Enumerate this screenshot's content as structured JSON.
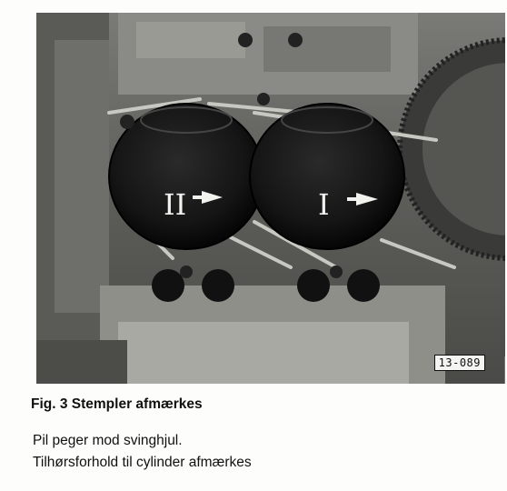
{
  "figure": {
    "ref_label": "13-089",
    "cylinder_marks": [
      "II",
      "I"
    ],
    "caption": "Fig. 3 Stempler afmærkes",
    "body_lines": [
      "Pil peger mod svinghjul.",
      "Tilhørsforhold til cylinder afmærkes"
    ]
  }
}
